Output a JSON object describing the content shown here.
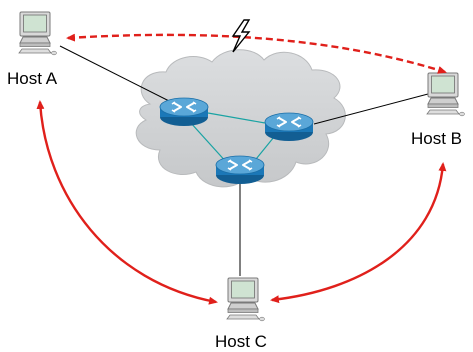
{
  "diagram": {
    "hosts": [
      {
        "id": "a",
        "label": "Host A"
      },
      {
        "id": "b",
        "label": "Host B"
      },
      {
        "id": "c",
        "label": "Host C"
      }
    ],
    "routers": [
      "router-1",
      "router-2",
      "router-3"
    ],
    "colors": {
      "cloud_fill": "#d2d4d6",
      "cloud_stroke": "#b8babc",
      "router_body": "#1b78b8",
      "router_dark": "#125e93",
      "router_top": "#5aa7d8",
      "flow_arrow": "#e0201b",
      "broken_link_icon": "#000000",
      "host_frame": "#8f8f8f",
      "host_screen": "#cfe3d2"
    },
    "links": {
      "host_a_to_host_b": "broken",
      "host_a_to_host_c": "working",
      "host_b_to_host_c": "working"
    },
    "icons": {
      "broken_link": "lightning-icon",
      "host": "desktop-computer-icon",
      "router": "router-icon"
    }
  }
}
